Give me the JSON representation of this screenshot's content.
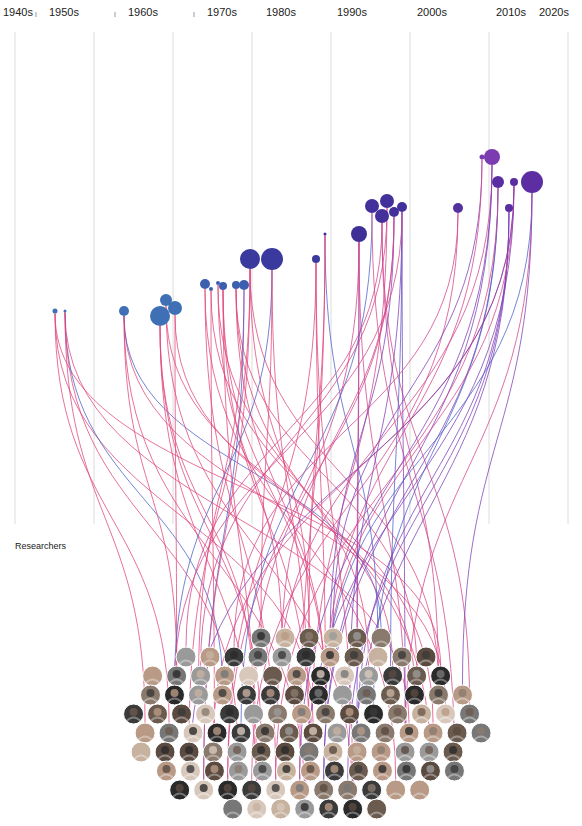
{
  "diagram": {
    "labels": [
      "1940s",
      "1950s",
      "1960s",
      "1970s",
      "1980s",
      "1990s",
      "2000s",
      "2010s",
      "2020s",
      "Researchers"
    ]
  }
}
